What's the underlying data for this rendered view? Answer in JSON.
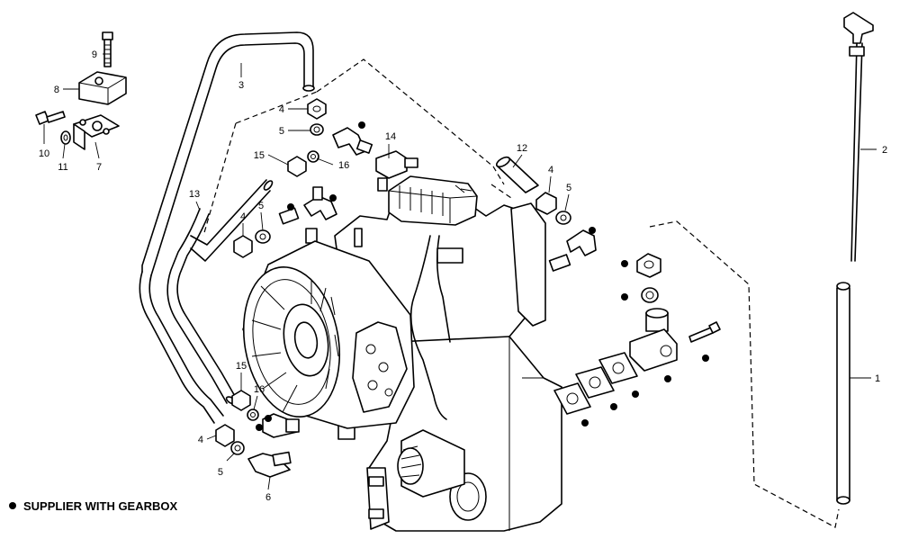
{
  "diagram": {
    "callouts": [
      {
        "id": "c9a",
        "label": "9"
      },
      {
        "id": "c8a",
        "label": "8"
      },
      {
        "id": "c3a",
        "label": "3"
      },
      {
        "id": "c4a",
        "label": "4"
      },
      {
        "id": "c5a",
        "label": "5"
      },
      {
        "id": "c14a",
        "label": "14"
      },
      {
        "id": "c15a",
        "label": "15"
      },
      {
        "id": "c16a",
        "label": "16"
      },
      {
        "id": "c12a",
        "label": "12"
      },
      {
        "id": "c4b",
        "label": "4"
      },
      {
        "id": "c5b",
        "label": "5"
      },
      {
        "id": "c10a",
        "label": "10"
      },
      {
        "id": "c11a",
        "label": "11"
      },
      {
        "id": "c7a",
        "label": "7"
      },
      {
        "id": "c13a",
        "label": "13"
      },
      {
        "id": "c4c",
        "label": "4"
      },
      {
        "id": "c5c",
        "label": "5"
      },
      {
        "id": "c2a",
        "label": "2"
      },
      {
        "id": "c1a",
        "label": "1"
      },
      {
        "id": "c15b",
        "label": "15"
      },
      {
        "id": "c16b",
        "label": "16"
      },
      {
        "id": "c4d",
        "label": "4"
      },
      {
        "id": "c5d",
        "label": "5"
      },
      {
        "id": "c6a",
        "label": "6"
      }
    ],
    "legend": {
      "text": "SUPPLIER WITH GEARBOX"
    }
  }
}
